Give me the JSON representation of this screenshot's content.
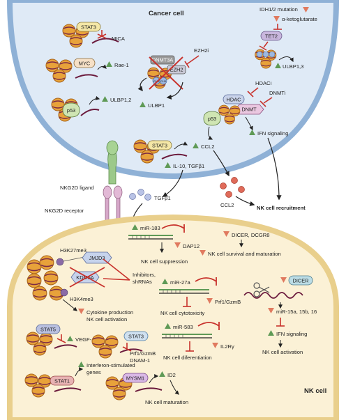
{
  "cancer_cell": {
    "title": "Cancer cell",
    "mica": "MICA",
    "stat3": "STAT3",
    "myc": "MYC",
    "rae1": "Rae-1",
    "dnmt3a": "DNMT3A",
    "ezh2": "EZH2",
    "ezh2i": "EZH2i",
    "ch3": "CH3",
    "ulbp1": "ULBP1",
    "ulbp13": "ULBP1,3",
    "ulbp12": "ULBP1,2",
    "p53": "p53",
    "idh": "IDH1/2 mutation",
    "akg": "α-ketoglutarate",
    "tet2": "TET2",
    "hdaci": "HDACi",
    "dnmti": "DNMTi",
    "hdac": "HDAC",
    "dnmt": "DNMT",
    "ifn": "IFN signaling",
    "ccl2": "CCL2",
    "il10": "IL-10, TGFβ1"
  },
  "middle": {
    "nkg2d_ligand": "NKG2D ligand",
    "nkg2d_receptor": "NKG2D receptor",
    "tgfb1": "TGFβ1",
    "ccl2": "CCL2",
    "nk_recruitment": "NK cell recruitment"
  },
  "nk_cell": {
    "title": "NK cell",
    "mir183": "miR-183",
    "dap12": "DAP12",
    "suppression": "NK cell suppression",
    "dicer_dcgr8": "DICER, DCGR8",
    "survival": "NK cell survival and maturation",
    "h3k27me3": "H3K27me3",
    "jmjd3": "JMJD3",
    "kdm5a": "KDM5A",
    "h3k4me3": "H3K4me3",
    "inhibitors_1": "Inhibitors,",
    "inhibitors_2": "shRNAs",
    "mir27a": "miR-27a",
    "prf1": "Prf1/GzmB",
    "cytotoxicity": "NK cell cytotoxicity",
    "dicer": "DICER",
    "mir15": "miR-15a, 15b, 16",
    "cytokine_1": "Cytokine production",
    "cytokine_2": "NK cell activation",
    "stat5": "STAT5",
    "vegfa": "VEGF-A",
    "stat3": "STAT3",
    "prf1_gzmb": "Prf1/GzmB",
    "dnam1": "DNAM-1",
    "mir583": "miR-583",
    "il2rg": "IL2Rγ",
    "differentiation": "NK cell diferentiation",
    "ifn_signaling": "IFN signaling",
    "nk_activation": "NK cell activation",
    "isg_1": "Interferon-stimulated",
    "isg_2": "genes",
    "stat1": "STAT1",
    "mysm1": "MYSM1",
    "id2": "ID2",
    "maturation": "NK cell maturation"
  },
  "colors": {
    "cancer_fill": "#dfeaf6",
    "cancer_membrane": "#8fb1d6",
    "nk_fill": "#fbf1d6",
    "nk_membrane": "#e9cf8c",
    "nucleosome": "#e8a23a",
    "dna": "#6b1a3c",
    "up_triangle": "#5f9a56",
    "down_triangle": "#e07a5f",
    "inhibit": "#c8322c"
  }
}
